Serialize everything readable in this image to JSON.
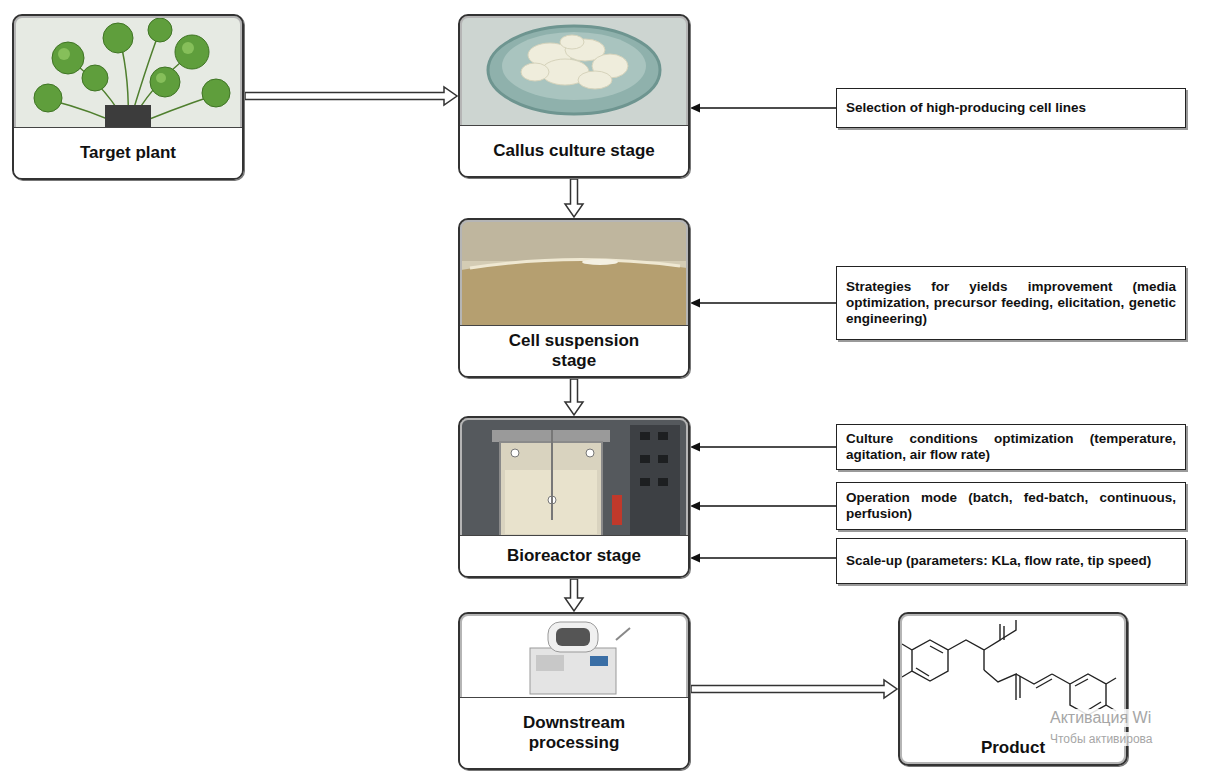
{
  "diagram": {
    "nodes": [
      {
        "text": [
          "Target plant"
        ]
      },
      {
        "text": [
          "Callus culture stage"
        ]
      },
      {
        "text": [
          "Selection of high-producing cell lines"
        ]
      },
      {
        "text": [
          "Cell suspension stage"
        ]
      },
      {
        "text": [
          "Strategies for yields improvement (media optimization, precursor feeding, elicitation, genetic engineering)"
        ]
      },
      {
        "text": [
          "Bioreactor stage"
        ]
      },
      {
        "text": [
          "Culture conditions optimization (temperature, agitation, air flow rate)"
        ]
      },
      {
        "text": [
          "Operation mode (batch, fed-batch, continuous, perfusion)"
        ]
      },
      {
        "text": [
          "Scale-up (parameters: KLa, flow rate, tip speed)"
        ]
      },
      {
        "text": [
          "Downstream processing"
        ]
      },
      {
        "text": [
          "Product"
        ]
      }
    ],
    "edges": [
      {
        "from": 0,
        "to": 1,
        "arrow": "to"
      },
      {
        "from": 2,
        "to": 1,
        "arrow": "to"
      },
      {
        "from": 1,
        "to": 3,
        "arrow": "to"
      },
      {
        "from": 4,
        "to": 3,
        "arrow": "to"
      },
      {
        "from": 3,
        "to": 5,
        "arrow": "to"
      },
      {
        "from": 6,
        "to": 5,
        "arrow": "to"
      },
      {
        "from": 7,
        "to": 5,
        "arrow": "to"
      },
      {
        "from": 8,
        "to": 5,
        "arrow": "to"
      },
      {
        "from": 5,
        "to": 9,
        "arrow": "to"
      },
      {
        "from": 9,
        "to": 10,
        "arrow": "to"
      }
    ],
    "labels": [
      "Активация Wi",
      "Чтобы активирова"
    ]
  }
}
